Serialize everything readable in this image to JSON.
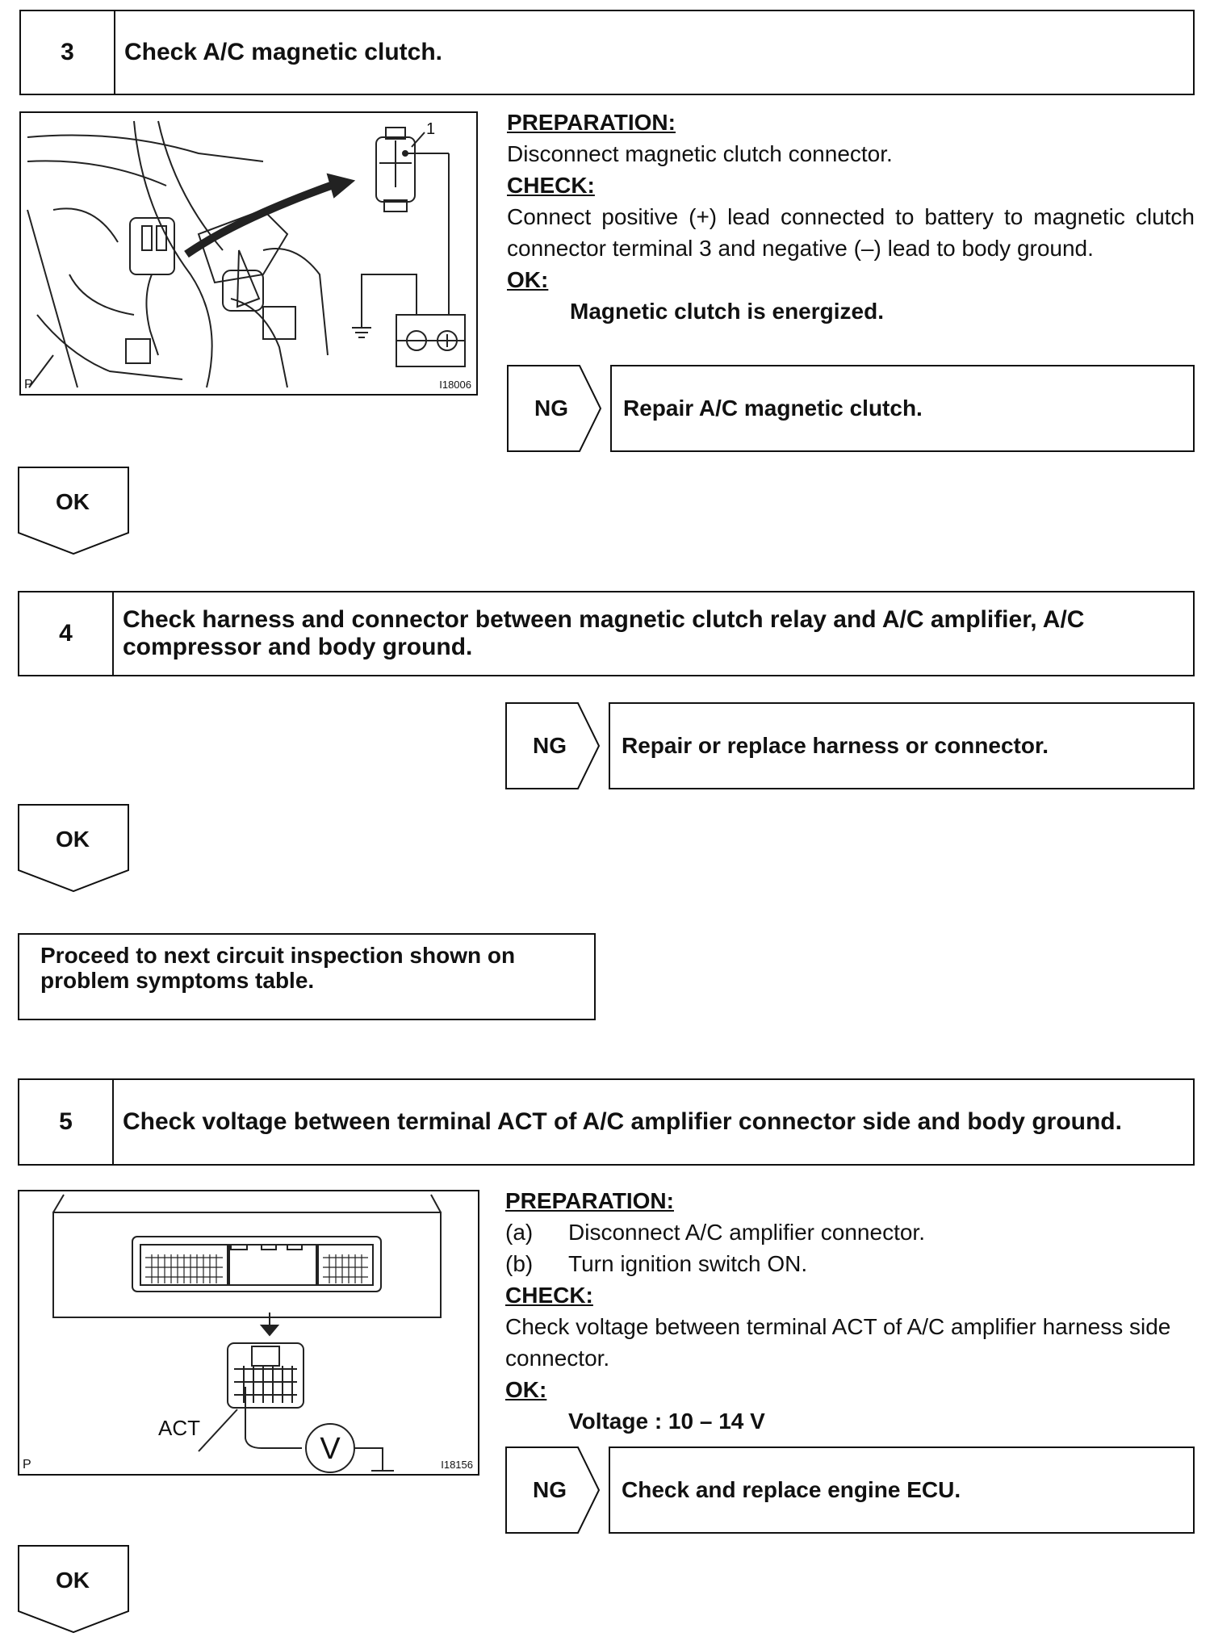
{
  "steps": [
    {
      "number": "3",
      "title": "Check A/C magnetic clutch.",
      "figure": {
        "corner_letter": "P",
        "id": "I18006",
        "callout": "1"
      },
      "preparation_heading": "PREPARATION:",
      "preparation_text": "Disconnect magnetic clutch connector.",
      "check_heading": "CHECK:",
      "check_text": "Connect positive (+) lead connected to battery to magnetic clutch connector terminal 3 and negative (–) lead to body ground.",
      "ok_heading": "OK:",
      "ok_value": "Magnetic clutch is energized.",
      "ng_label": "NG",
      "ng_action": "Repair A/C magnetic clutch.",
      "ok_label": "OK"
    },
    {
      "number": "4",
      "title": "Check harness and connector between magnetic clutch relay and A/C amplifier, A/C compressor and body ground.",
      "ng_label": "NG",
      "ng_action": "Repair or replace harness or connector.",
      "ok_label": "OK",
      "proceed_text": "Proceed to next circuit inspection shown on problem symptoms table."
    },
    {
      "number": "5",
      "title": "Check voltage between terminal ACT of A/C amplifier connector side and body ground.",
      "figure": {
        "corner_letter": "P",
        "id": "I18156",
        "terminal_label": "ACT",
        "meter_symbol": "V"
      },
      "preparation_heading": "PREPARATION:",
      "preparation_items": [
        {
          "tag": "(a)",
          "text": "Disconnect A/C amplifier connector."
        },
        {
          "tag": "(b)",
          "text": "Turn ignition switch ON."
        }
      ],
      "check_heading": "CHECK:",
      "check_text": "Check voltage between terminal ACT of A/C amplifier harness side connector.",
      "ok_heading": "OK:",
      "ok_value": "Voltage : 10 – 14 V",
      "ng_label": "NG",
      "ng_action": "Check and replace engine ECU.",
      "ok_label": "OK"
    }
  ]
}
